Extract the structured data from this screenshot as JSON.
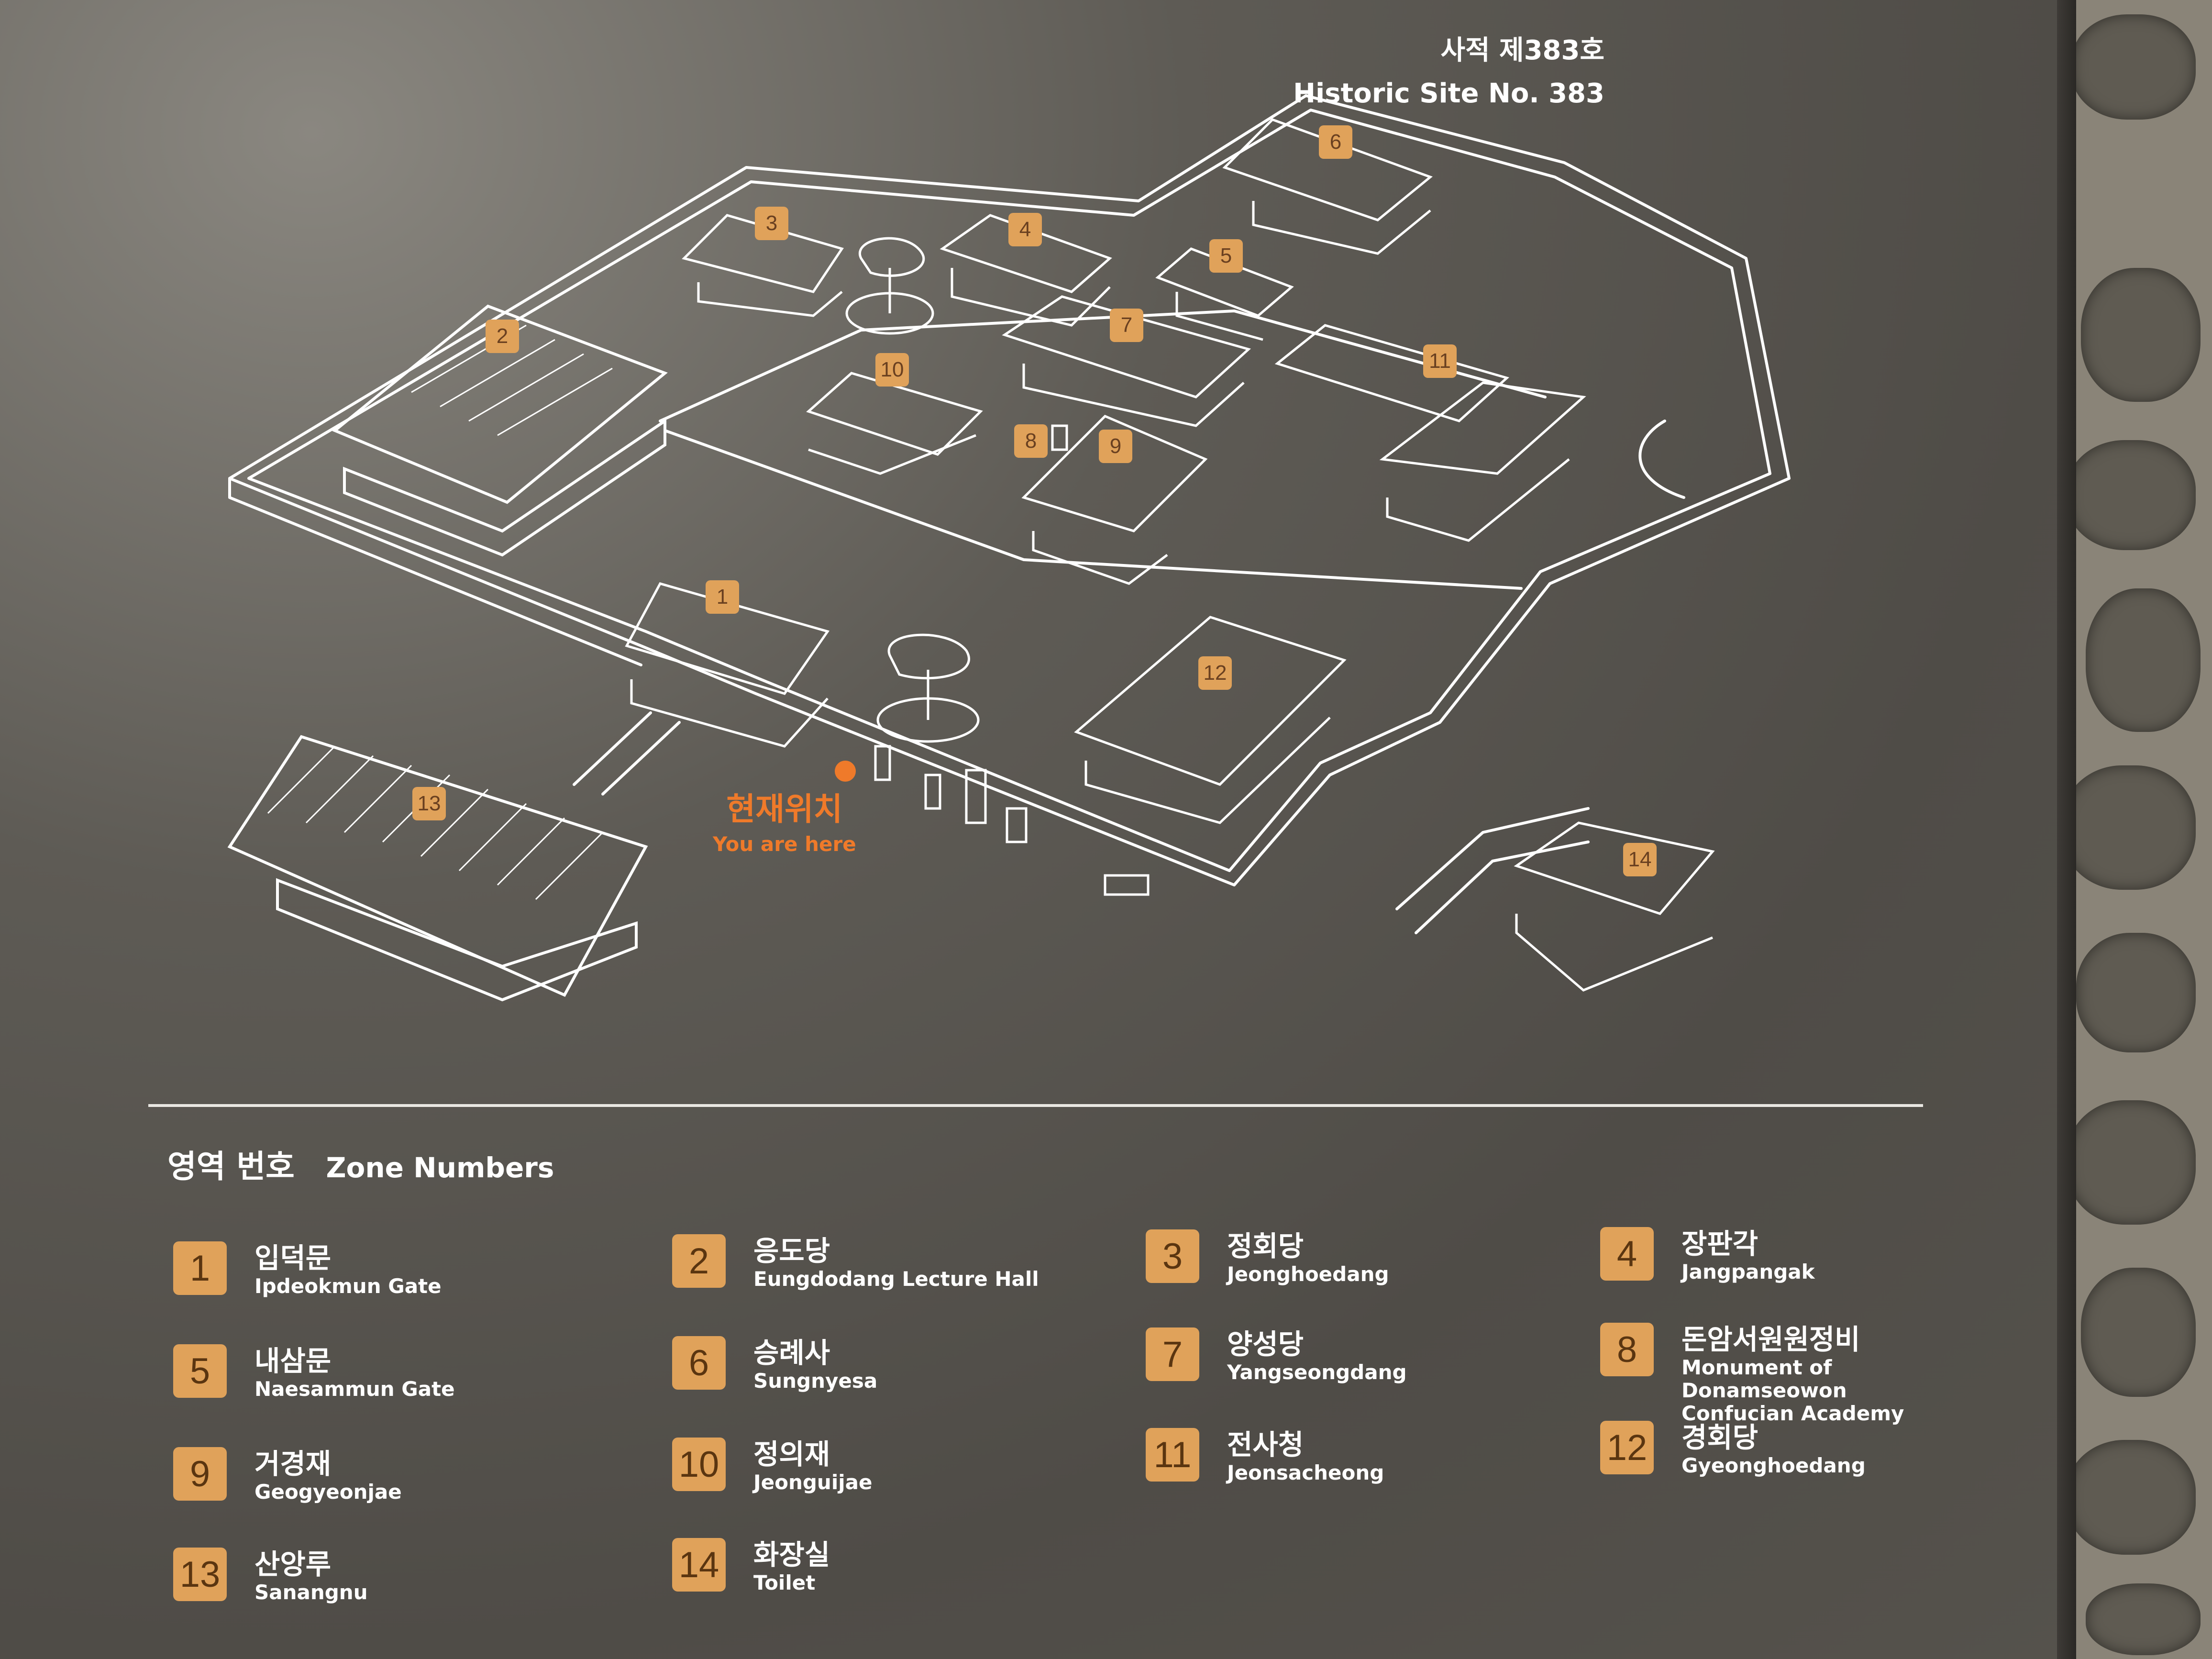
{
  "header": {
    "title_ko": "사적 제383호",
    "title_en": "Historic Site No. 383"
  },
  "map": {
    "you_are_here_ko": "현재위치",
    "you_are_here_en": "You are here",
    "marker_color": "#ef7a2a",
    "badge_color": "#e0a25a",
    "badges": [
      "1",
      "2",
      "3",
      "4",
      "5",
      "6",
      "7",
      "8",
      "9",
      "10",
      "11",
      "12",
      "13",
      "14"
    ]
  },
  "legend": {
    "title_ko": "영역 번호",
    "title_en": "Zone Numbers",
    "items": [
      {
        "num": "1",
        "ko": "입덕문",
        "en": "Ipdeokmun Gate"
      },
      {
        "num": "2",
        "ko": "응도당",
        "en": "Eungdodang Lecture Hall"
      },
      {
        "num": "3",
        "ko": "정회당",
        "en": "Jeonghoedang"
      },
      {
        "num": "4",
        "ko": "장판각",
        "en": "Jangpangak"
      },
      {
        "num": "5",
        "ko": "내삼문",
        "en": "Naesammun Gate"
      },
      {
        "num": "6",
        "ko": "승례사",
        "en": "Sungnyesa"
      },
      {
        "num": "7",
        "ko": "양성당",
        "en": "Yangseongdang"
      },
      {
        "num": "8",
        "ko": "돈암서원원정비",
        "en": "Monument of Donamseowon Confucian Academy"
      },
      {
        "num": "9",
        "ko": "거경재",
        "en": "Geogyeonjae"
      },
      {
        "num": "10",
        "ko": "정의재",
        "en": "Jeonguijae"
      },
      {
        "num": "11",
        "ko": "전사청",
        "en": "Jeonsacheong"
      },
      {
        "num": "12",
        "ko": "경회당",
        "en": "Gyeonghoedang"
      },
      {
        "num": "13",
        "ko": "산앙루",
        "en": "Sanangnu"
      },
      {
        "num": "14",
        "ko": "화장실",
        "en": "Toilet"
      }
    ]
  }
}
